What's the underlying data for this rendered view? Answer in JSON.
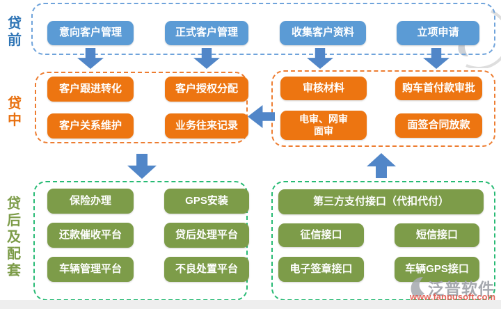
{
  "rows": {
    "pre": {
      "label": "贷前",
      "boxes": [
        "意向客户管理",
        "正式客户管理",
        "收集客户资料",
        "立项申请"
      ]
    },
    "mid": {
      "label": "贷中",
      "left_boxes": [
        "客户跟进转化",
        "客户授权分配",
        "客户关系维护",
        "业务往来记录"
      ],
      "right_boxes": [
        "审核材料",
        "购车首付款审批",
        "电审、网审\n面审",
        "面签合同放款"
      ]
    },
    "post": {
      "label": "贷后及配套",
      "left_boxes": [
        "保险办理",
        "GPS安装",
        "还款催收平台",
        "贷后处理平台",
        "车辆管理平台",
        "不良处置平台"
      ],
      "wide_box": "第三方支付接口（代扣代付）",
      "right_boxes": [
        "征信接口",
        "短信接口",
        "电子签章接口",
        "车辆GPS接口"
      ]
    }
  },
  "watermark": {
    "brand": "泛普软件",
    "url": "www.fanpusoft.com"
  },
  "icons": [
    "arrow-down-icon",
    "arrow-up-icon",
    "arrow-left-icon",
    "watermark-logo-icon",
    "watermark-ghost-icon"
  ],
  "colors": {
    "node_blue": "#5B9BD5",
    "node_orange": "#ED7511",
    "node_green": "#7D9C49",
    "dash_blue": "#6FA3DB",
    "dash_orange": "#ED7D31",
    "dash_green": "#27BA74",
    "arrow_blue": "#5186C8",
    "label_blue": "#2E74B5",
    "label_orange": "#E8700F",
    "label_green": "#7D9C49",
    "watermark_gray": "#9EA2A8",
    "watermark_red": "#E05A4E"
  }
}
